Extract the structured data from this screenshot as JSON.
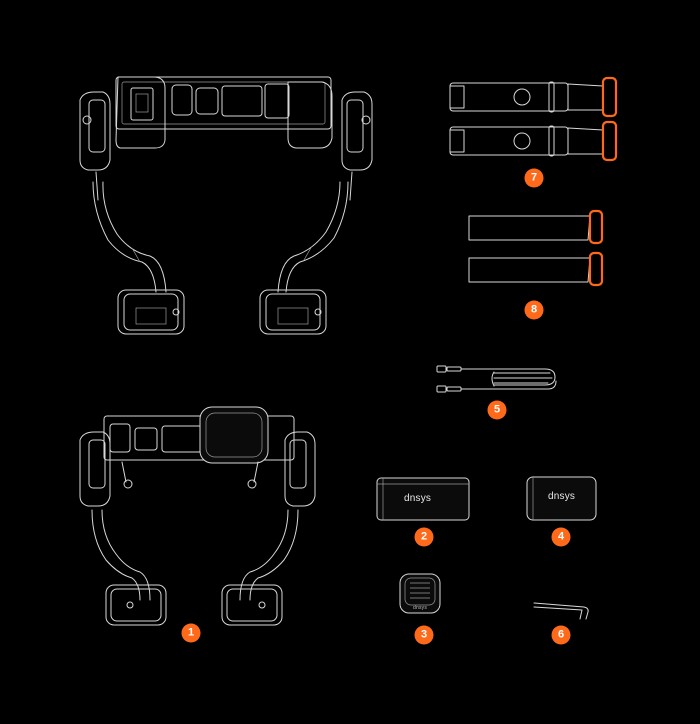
{
  "badges": {
    "b1": "1",
    "b2": "2",
    "b3": "3",
    "b4": "4",
    "b5": "5",
    "b6": "6",
    "b7": "7",
    "b8": "8"
  },
  "labels": {
    "battery_brand": "dnsys",
    "charger_brand": "dnsys",
    "pad_brand": "dnsys"
  },
  "colors": {
    "background": "#000000",
    "line": "#d8d8d8",
    "accent": "#ff6a1a"
  }
}
